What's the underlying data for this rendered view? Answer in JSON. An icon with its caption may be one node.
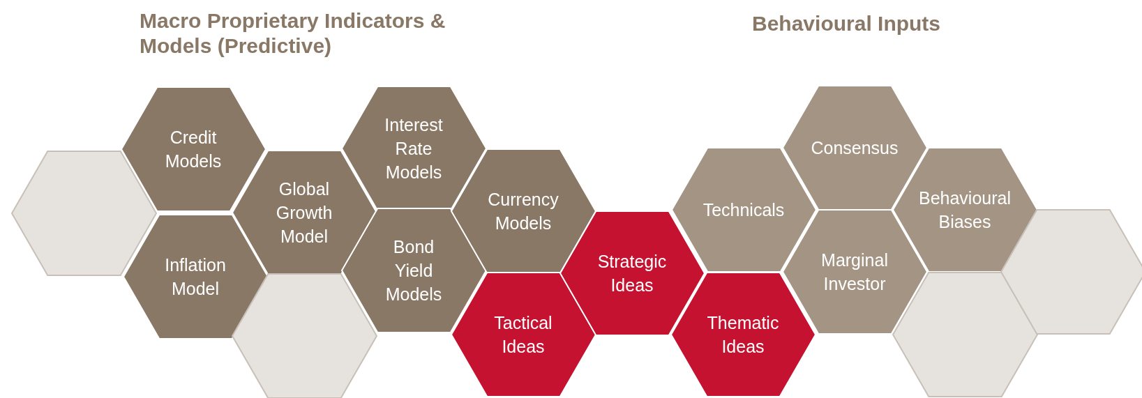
{
  "diagram": {
    "nodes": [
      {
        "text": [],
        "shape": "hexagon"
      },
      {
        "text": [
          "Credit Models"
        ]
      },
      {
        "text": [
          "Inflation Model"
        ]
      },
      {
        "text": [
          "Global Growth Model"
        ]
      },
      {
        "text": [],
        "shape": "hexagon"
      },
      {
        "text": [
          "Interest Rate Models"
        ]
      },
      {
        "text": [
          "Bond Yield Models"
        ]
      },
      {
        "text": [
          "Currency Models"
        ]
      },
      {
        "text": [
          "Tactical Ideas"
        ]
      },
      {
        "text": [
          "Strategic Ideas"
        ]
      },
      {
        "text": [
          "Technicals"
        ]
      },
      {
        "text": [
          "Thematic Ideas"
        ]
      },
      {
        "text": [
          "Consensus"
        ]
      },
      {
        "text": [
          "Marginal Investor"
        ]
      },
      {
        "text": [
          "Behavioural Biases"
        ]
      },
      {
        "text": [],
        "shape": "hexagon"
      },
      {
        "text": [],
        "shape": "hexagon"
      }
    ],
    "edges": [],
    "labels": [
      "Macro Proprietary Indicators & Models (Predictive)",
      "Behavioural Inputs"
    ]
  }
}
